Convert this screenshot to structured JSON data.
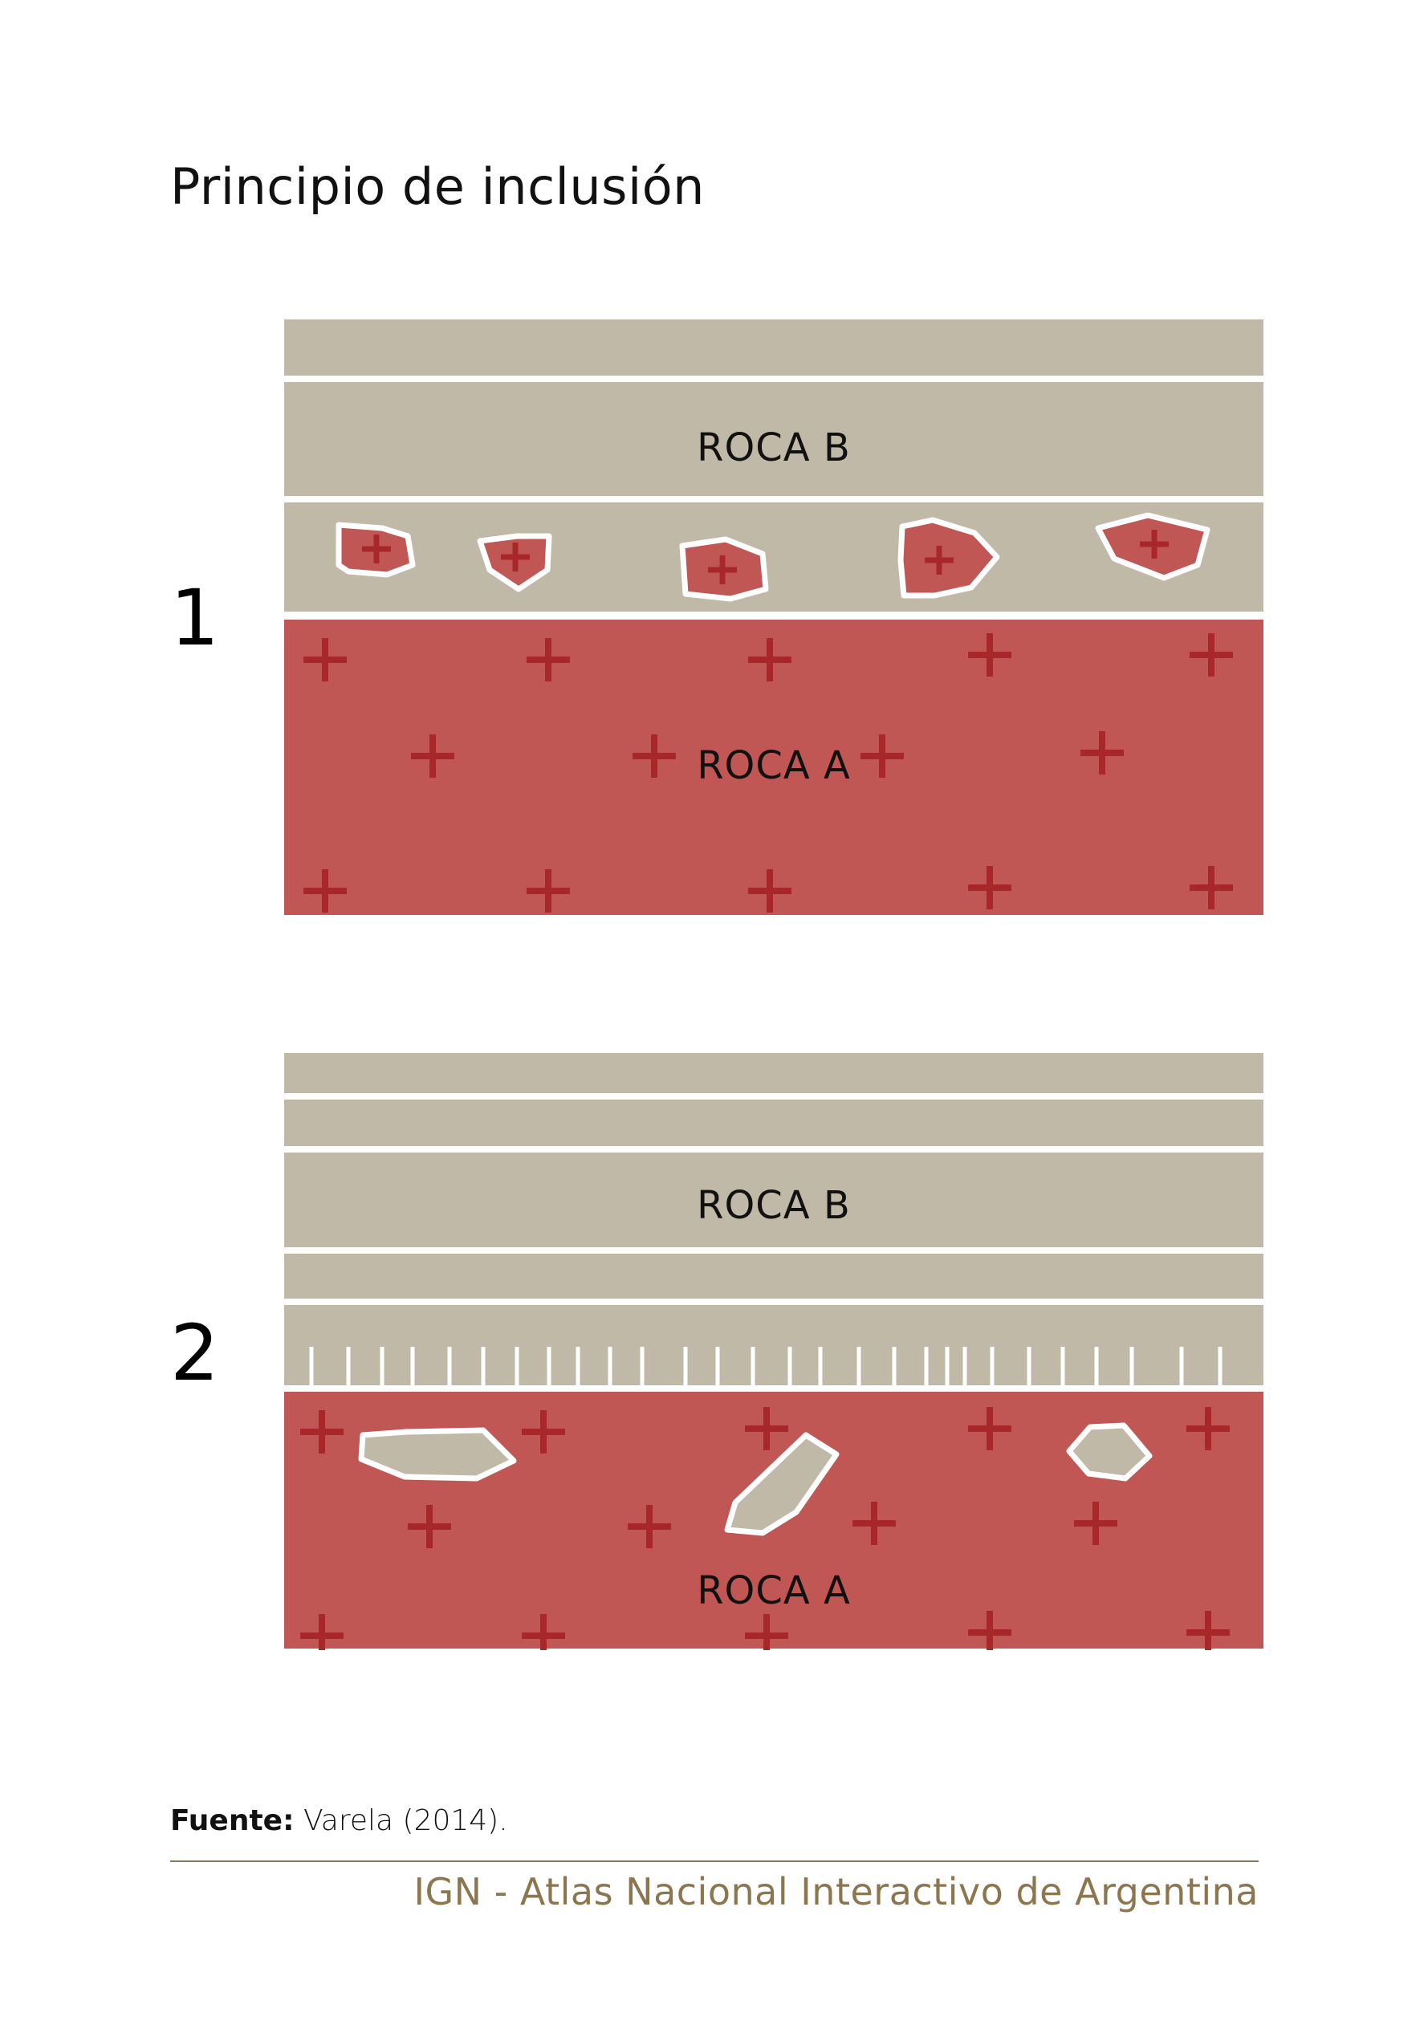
{
  "title": "Principio de inclusión",
  "colors": {
    "rock_b": "#c1b9a8",
    "rock_a": "#c05754",
    "cross": "#a8282a",
    "outline": "#ffffff",
    "footer_text": "#8c7650"
  },
  "diagrams": [
    {
      "number": "1",
      "label_b": "ROCA B",
      "label_a": "ROCA A"
    },
    {
      "number": "2",
      "label_b": "ROCA B",
      "label_a": "ROCA A"
    }
  ],
  "source": {
    "label": "Fuente:",
    "value": "Varela (2014)."
  },
  "footer": "IGN - Atlas Nacional Interactivo de Argentina"
}
